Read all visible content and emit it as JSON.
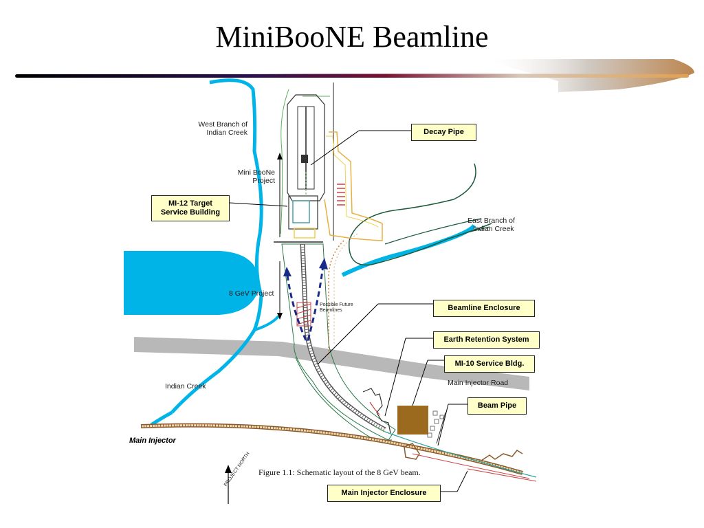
{
  "slide": {
    "title": "MiniBooNE Beamline"
  },
  "labels": {
    "west_branch": [
      "West Branch of",
      "Indian Creek"
    ],
    "miniboone_project": [
      "Mini BooNe",
      "Project"
    ],
    "east_branch": [
      "East Branch of",
      "Indian Creek"
    ],
    "gev_project": "8 GeV Project",
    "future_beamlines": [
      "Possible Future",
      "Beamlines"
    ],
    "indian_creek": "Indian Creek",
    "main_injector_road": "Main Injector Road",
    "main_injector": "Main Injector",
    "project_north": "PROJECT NORTH"
  },
  "callouts": {
    "decay_pipe": "Decay Pipe",
    "target_building": [
      "MI-12 Target",
      "Service Building"
    ],
    "beamline_enclosure": "Beamline Enclosure",
    "earth_retention": "Earth Retention System",
    "mi10_service": "MI-10 Service Bldg.",
    "beam_pipe": "Beam Pipe",
    "main_injector_enclosure": "Main Injector Enclosure"
  },
  "caption": "Figure 1.1: Schematic layout of the 8 GeV beam.",
  "colors": {
    "water": "#00b4e8",
    "road": "#b8b8b8",
    "callout_fill": "#ffffc8",
    "building": "#9c6a1e",
    "dashed_arrow": "#1a2a8a",
    "track": "#8a5a2a",
    "boundary_yellow": "#f0d050",
    "dark_green": "#1a5a3a"
  }
}
